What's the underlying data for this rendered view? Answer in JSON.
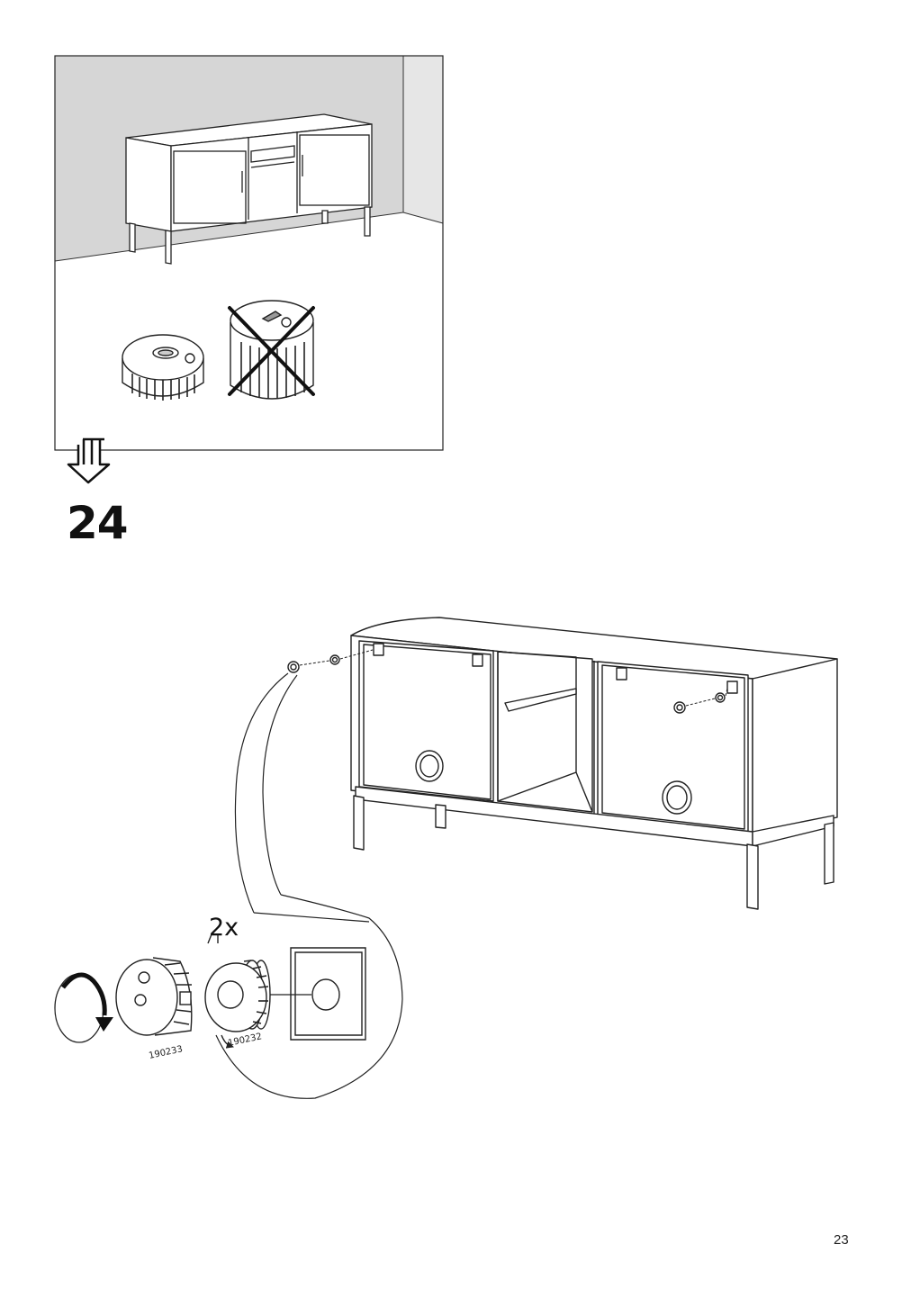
{
  "step": {
    "number": "24"
  },
  "detail": {
    "quantity": "2x",
    "parts": [
      {
        "id": "190233"
      },
      {
        "id": "190232"
      }
    ]
  },
  "page": {
    "number": "23"
  },
  "icons": [
    "turn-page-arrow-icon",
    "clockwise-rotation-arrow-icon",
    "prohibited-cross-icon"
  ]
}
